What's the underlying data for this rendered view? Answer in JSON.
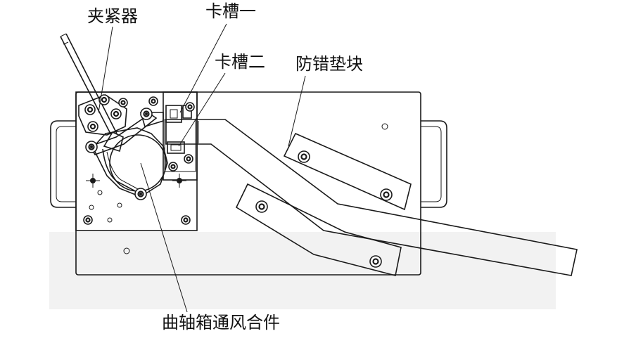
{
  "labels": {
    "clamp": "夹紧器",
    "slot_one": "卡槽一",
    "slot_two": "卡槽二",
    "anti_error_pad": "防错垫块",
    "crankcase_assembly": "曲轴箱通风合件"
  },
  "colors": {
    "line": "#1a1a1a",
    "background": "#ffffff",
    "ground_shadow": "#f2f2f2"
  }
}
